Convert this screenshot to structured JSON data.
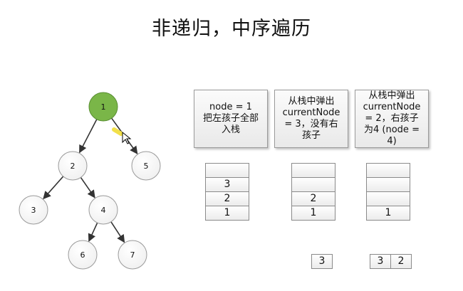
{
  "title": "非递归，中序遍历",
  "tree": {
    "nodes": [
      {
        "id": "1",
        "label": "1",
        "highlighted": true
      },
      {
        "id": "2",
        "label": "2"
      },
      {
        "id": "5",
        "label": "5"
      },
      {
        "id": "3",
        "label": "3"
      },
      {
        "id": "4",
        "label": "4"
      },
      {
        "id": "6",
        "label": "6"
      },
      {
        "id": "7",
        "label": "7"
      }
    ],
    "edges": [
      [
        "1",
        "2"
      ],
      [
        "1",
        "5"
      ],
      [
        "2",
        "3"
      ],
      [
        "2",
        "4"
      ],
      [
        "4",
        "6"
      ],
      [
        "4",
        "7"
      ]
    ]
  },
  "colors": {
    "highlight": "#7ab648",
    "node_fill": "#ffffff",
    "edge": "#333333"
  },
  "steps": [
    {
      "text": "node = 1\n把左孩子全部\n入栈",
      "stack": [
        "",
        "3",
        "2",
        "1"
      ],
      "output": []
    },
    {
      "text": "从栈中弹出\ncurrentNode\n= 3，没有右\n孩子",
      "stack": [
        "",
        "",
        "2",
        "1"
      ],
      "output": [
        "3"
      ]
    },
    {
      "text": "从栈中弹出\ncurrentNode\n= 2，右孩子\n为4 (node =\n4)",
      "stack": [
        "",
        "",
        "",
        "1"
      ],
      "output": [
        "3",
        "2"
      ]
    }
  ]
}
